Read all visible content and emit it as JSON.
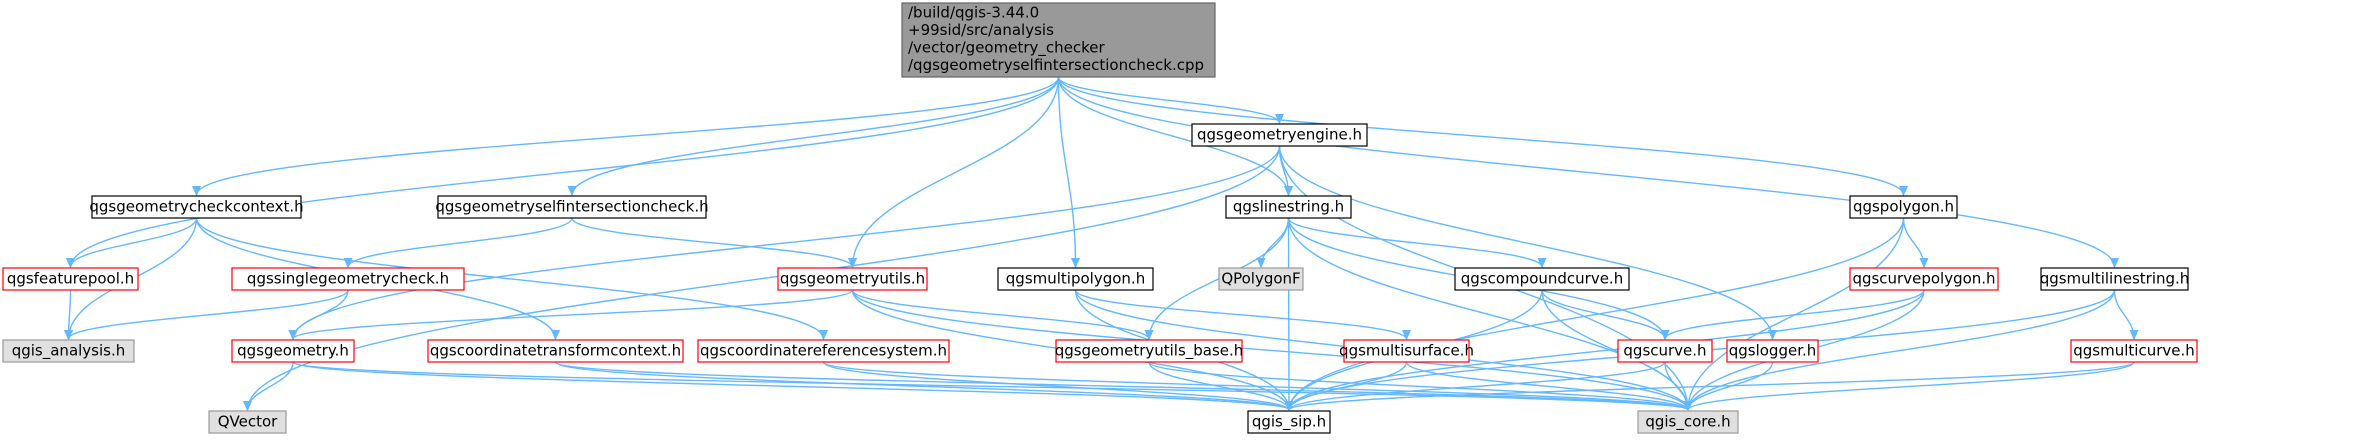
{
  "colors": {
    "root_fill": "#999999",
    "root_border": "#666666",
    "gray_fill": "#e0e0e0",
    "gray_border": "#999999",
    "white_fill": "#ffffff",
    "black_border": "#000000",
    "red_border": "#ff0000",
    "edge": "#63b8ff"
  },
  "nodes": {
    "root": {
      "lines": [
        "/build/qgis-3.44.0",
        "+99sid/src/analysis",
        "/vector/geometry_checker",
        "/qgsgeometryselfintersectioncheck.cpp"
      ],
      "style": "root"
    },
    "qgsgeometryengine": {
      "lines": [
        "qgsgeometryengine.h"
      ],
      "style": "white"
    },
    "qgsgeometrycheckcontext": {
      "lines": [
        "qgsgeometrycheckcontext.h"
      ],
      "style": "white"
    },
    "qgsgeometryselfintersectioncheck": {
      "lines": [
        "qgsgeometryselfintersectioncheck.h"
      ],
      "style": "white"
    },
    "qgslinestring": {
      "lines": [
        "qgslinestring.h"
      ],
      "style": "white"
    },
    "qgspolygon": {
      "lines": [
        "qgspolygon.h"
      ],
      "style": "white"
    },
    "qgsfeaturepool": {
      "lines": [
        "qgsfeaturepool.h"
      ],
      "style": "red"
    },
    "qgssinglegeometrycheck": {
      "lines": [
        "qgssinglegeometrycheck.h"
      ],
      "style": "red"
    },
    "qgsgeometryutils": {
      "lines": [
        "qgsgeometryutils.h"
      ],
      "style": "red"
    },
    "qgsmultipolygon": {
      "lines": [
        "qgsmultipolygon.h"
      ],
      "style": "white"
    },
    "qpolygonf": {
      "lines": [
        "QPolygonF"
      ],
      "style": "gray"
    },
    "qgscompoundcurve": {
      "lines": [
        "qgscompoundcurve.h"
      ],
      "style": "white"
    },
    "qgscurvepolygon": {
      "lines": [
        "qgscurvepolygon.h"
      ],
      "style": "red"
    },
    "qgsmultilinestring": {
      "lines": [
        "qgsmultilinestring.h"
      ],
      "style": "white"
    },
    "qgis_analysis": {
      "lines": [
        "qgis_analysis.h"
      ],
      "style": "gray"
    },
    "qgsgeometry": {
      "lines": [
        "qgsgeometry.h"
      ],
      "style": "red"
    },
    "qgscoordinatetransformcontext": {
      "lines": [
        "qgscoordinatetransformcontext.h"
      ],
      "style": "red"
    },
    "qgscoordinatereferencesystem": {
      "lines": [
        "qgscoordinatereferencesystem.h"
      ],
      "style": "red"
    },
    "qgsgeometryutils_base": {
      "lines": [
        "qgsgeometryutils_base.h"
      ],
      "style": "red"
    },
    "qgsmultisurface": {
      "lines": [
        "qgsmultisurface.h"
      ],
      "style": "red"
    },
    "qgscurve": {
      "lines": [
        "qgscurve.h"
      ],
      "style": "red"
    },
    "qgslogger": {
      "lines": [
        "qgslogger.h"
      ],
      "style": "red"
    },
    "qgsmulticurve": {
      "lines": [
        "qgsmulticurve.h"
      ],
      "style": "red"
    },
    "qvector": {
      "lines": [
        "QVector"
      ],
      "style": "gray"
    },
    "qgis_sip": {
      "lines": [
        "qgis_sip.h"
      ],
      "style": "white"
    },
    "qgis_core": {
      "lines": [
        "qgis_core.h"
      ],
      "style": "gray"
    }
  },
  "edges": [
    [
      "root",
      "qgsgeometryengine"
    ],
    [
      "root",
      "qgsgeometrycheckcontext"
    ],
    [
      "root",
      "qgsgeometryselfintersectioncheck"
    ],
    [
      "root",
      "qgslinestring"
    ],
    [
      "root",
      "qgspolygon"
    ],
    [
      "root",
      "qgsfeaturepool"
    ],
    [
      "root",
      "qgsgeometryutils"
    ],
    [
      "root",
      "qgsmultipolygon"
    ],
    [
      "root",
      "qgsmultilinestring"
    ],
    [
      "qgsgeometryengine",
      "qgslinestring"
    ],
    [
      "qgsgeometryengine",
      "qvector"
    ],
    [
      "qgsgeometryengine",
      "qgsgeometry"
    ],
    [
      "qgsgeometryengine",
      "qgslogger"
    ],
    [
      "qgsgeometryengine",
      "qgis_core"
    ],
    [
      "qgsgeometrycheckcontext",
      "qgsfeaturepool"
    ],
    [
      "qgsgeometrycheckcontext",
      "qgis_analysis"
    ],
    [
      "qgsgeometrycheckcontext",
      "qgscoordinatetransformcontext"
    ],
    [
      "qgsgeometrycheckcontext",
      "qgscoordinatereferencesystem"
    ],
    [
      "qgsgeometryselfintersectioncheck",
      "qgssinglegeometrycheck"
    ],
    [
      "qgsgeometryselfintersectioncheck",
      "qgsgeometryutils"
    ],
    [
      "qgsfeaturepool",
      "qgis_analysis"
    ],
    [
      "qgssinglegeometrycheck",
      "qgis_analysis"
    ],
    [
      "qgssinglegeometrycheck",
      "qgsgeometry"
    ],
    [
      "qgsgeometryutils",
      "qgsgeometry"
    ],
    [
      "qgsgeometryutils",
      "qgsgeometryutils_base"
    ],
    [
      "qgsgeometryutils",
      "qgis_sip"
    ],
    [
      "qgsgeometryutils",
      "qgis_core"
    ],
    [
      "qgslinestring",
      "qpolygonf"
    ],
    [
      "qgslinestring",
      "qgscompoundcurve"
    ],
    [
      "qgslinestring",
      "qgscurve"
    ],
    [
      "qgslinestring",
      "qgsgeometryutils_base"
    ],
    [
      "qgslinestring",
      "qgis_sip"
    ],
    [
      "qgslinestring",
      "qgis_core"
    ],
    [
      "qgsmultipolygon",
      "qgsmultisurface"
    ],
    [
      "qgsmultipolygon",
      "qgis_sip"
    ],
    [
      "qgsmultipolygon",
      "qgis_core"
    ],
    [
      "qgscompoundcurve",
      "qgscurve"
    ],
    [
      "qgscompoundcurve",
      "qgis_sip"
    ],
    [
      "qgscompoundcurve",
      "qgis_core"
    ],
    [
      "qgspolygon",
      "qgscurvepolygon"
    ],
    [
      "qgspolygon",
      "qgis_sip"
    ],
    [
      "qgspolygon",
      "qgis_core"
    ],
    [
      "qgscurvepolygon",
      "qgscurve"
    ],
    [
      "qgscurvepolygon",
      "qgis_sip"
    ],
    [
      "qgscurvepolygon",
      "qgis_core"
    ],
    [
      "qgsmultilinestring",
      "qgsmulticurve"
    ],
    [
      "qgsmultilinestring",
      "qgis_sip"
    ],
    [
      "qgsmultilinestring",
      "qgis_core"
    ],
    [
      "qgsgeometry",
      "qvector"
    ],
    [
      "qgsgeometry",
      "qgis_sip"
    ],
    [
      "qgsgeometry",
      "qgis_core"
    ],
    [
      "qgscoordinatetransformcontext",
      "qgis_sip"
    ],
    [
      "qgscoordinatetransformcontext",
      "qgis_core"
    ],
    [
      "qgscoordinatereferencesystem",
      "qgis_sip"
    ],
    [
      "qgscoordinatereferencesystem",
      "qgis_core"
    ],
    [
      "qgsgeometryutils_base",
      "qgis_sip"
    ],
    [
      "qgsgeometryutils_base",
      "qgis_core"
    ],
    [
      "qgsmultisurface",
      "qgis_sip"
    ],
    [
      "qgsmultisurface",
      "qgis_core"
    ],
    [
      "qgscurve",
      "qgis_sip"
    ],
    [
      "qgscurve",
      "qgis_core"
    ],
    [
      "qgslogger",
      "qgis_core"
    ],
    [
      "qgsmulticurve",
      "qgis_sip"
    ],
    [
      "qgsmulticurve",
      "qgis_core"
    ]
  ]
}
